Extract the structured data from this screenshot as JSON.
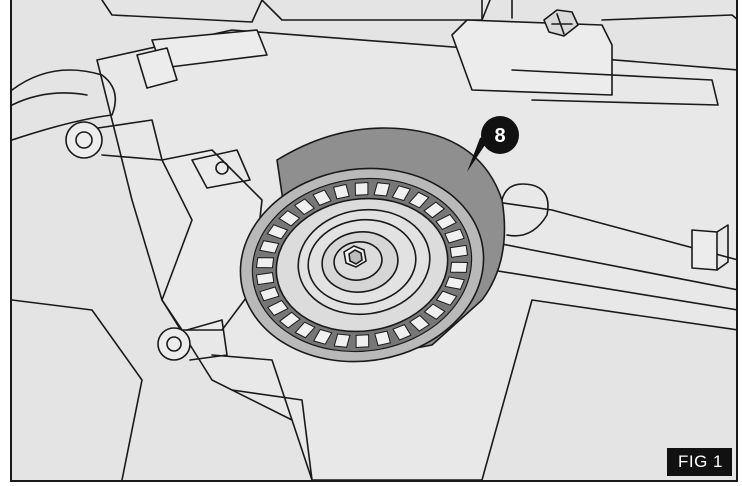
{
  "figure": {
    "label": "FIG 1",
    "callouts": [
      {
        "number": "8",
        "target": "idler-pulley"
      }
    ],
    "colors": {
      "background": "#e4e4e4",
      "line": "#1a1a1a",
      "pulley_fill": "#8f8f8f",
      "hub_fill": "#dcdcdc",
      "label_bg": "#111111"
    }
  }
}
